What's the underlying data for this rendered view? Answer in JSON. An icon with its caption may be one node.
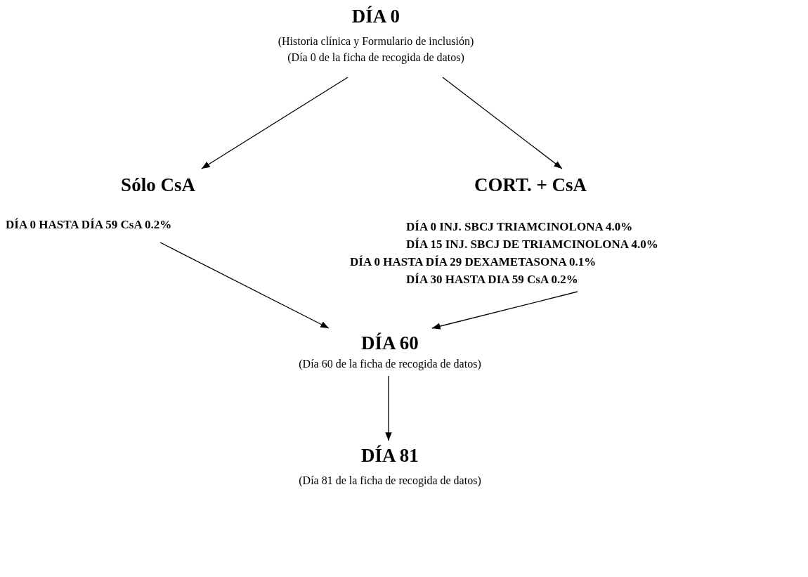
{
  "diagram": {
    "nodes": [
      {
        "text": [
          "DÍA 0",
          "(Historia clínica y Formulario de inclusión)",
          "(Día 0 de la ficha de recogida de datos)"
        ]
      },
      {
        "text": [
          "Sólo CsA",
          "DÍA 0 HASTA DÍA 59 CsA 0.2%"
        ]
      },
      {
        "text": [
          "CORT. + CsA",
          "DÍA 0 INJ. SBCJ TRIAMCINOLONA 4.0%",
          "DÍA 15 INJ. SBCJ DE TRIAMCINOLONA 4.0%",
          "DÍA 0 HASTA DÍA 29 DEXAMETASONA 0.1%",
          "DÍA 30 HASTA DIA 59 CsA 0.2%"
        ]
      },
      {
        "text": [
          "DÍA 60",
          "(Día 60 de la ficha de recogida de datos)"
        ]
      },
      {
        "text": [
          "DÍA 81",
          "(Día 81 de la ficha de recogida de datos)"
        ]
      }
    ],
    "edges": [
      {
        "from": 0,
        "to": 1,
        "arrow": "to"
      },
      {
        "from": 0,
        "to": 2,
        "arrow": "to"
      },
      {
        "from": 1,
        "to": 3,
        "arrow": "to"
      },
      {
        "from": 2,
        "to": 3,
        "arrow": "to"
      },
      {
        "from": 3,
        "to": 4,
        "arrow": "to"
      }
    ]
  }
}
